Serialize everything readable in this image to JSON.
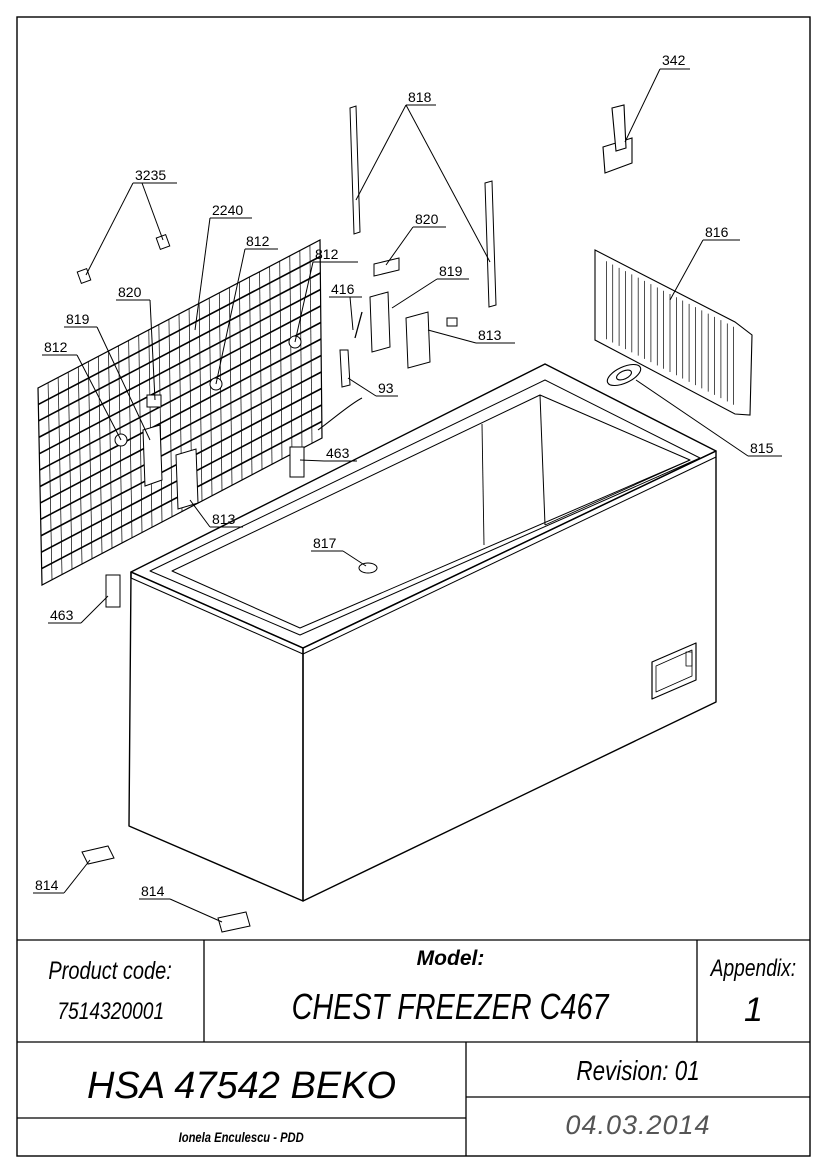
{
  "part_labels": {
    "p342": "342",
    "p818": "818",
    "p3235": "3235",
    "p2240": "2240",
    "p812a": "812",
    "p812b": "812",
    "p812c": "812",
    "p820a": "820",
    "p820b": "820",
    "p819a": "819",
    "p819b": "819",
    "p416": "416",
    "p93": "93",
    "p813a": "813",
    "p813b": "813",
    "p816": "816",
    "p815": "815",
    "p463a": "463",
    "p463b": "463",
    "p817": "817",
    "p814a": "814",
    "p814b": "814"
  },
  "title_block": {
    "product_code_label": "Product code:",
    "product_code_value": "7514320001",
    "model_label": "Model:",
    "model_value": "CHEST FREEZER C467",
    "appendix_label": "Appendix:",
    "appendix_value": "1",
    "brand_model": "HSA 47542 BEKO",
    "revision": "Revision: 01",
    "author": "Ionela Enculescu - PDD",
    "date": "04.03.2014"
  }
}
